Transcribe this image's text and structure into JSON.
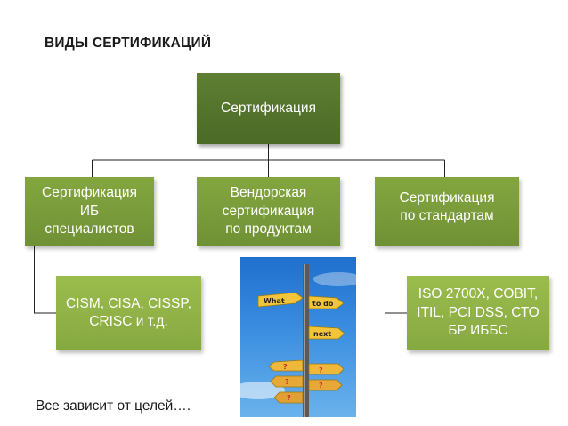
{
  "title": "ВИДЫ СЕРТИФИКАЦИЙ",
  "root": {
    "label": "Сертификация"
  },
  "categories": [
    {
      "lines": [
        "Сертификация",
        "ИБ",
        "специалистов"
      ]
    },
    {
      "lines": [
        "Вендорская",
        "сертификация",
        "по продуктам"
      ]
    },
    {
      "lines": [
        "Сертификация",
        "по стандартам"
      ]
    }
  ],
  "details": [
    {
      "lines": [
        "CISM, CISA, CISSP,",
        "CRISC и т.д."
      ]
    },
    {
      "lines": [
        "ISO 2700X, COBIT,",
        "ITIL, PCI DSS, СТО",
        "БР ИББС"
      ]
    }
  ],
  "photo": {
    "description_icon": "signpost-icon",
    "signs": [
      "What",
      "to do",
      "next",
      "?",
      "?",
      "?",
      "?",
      "?"
    ]
  },
  "footer": "Все зависит от целей…."
}
